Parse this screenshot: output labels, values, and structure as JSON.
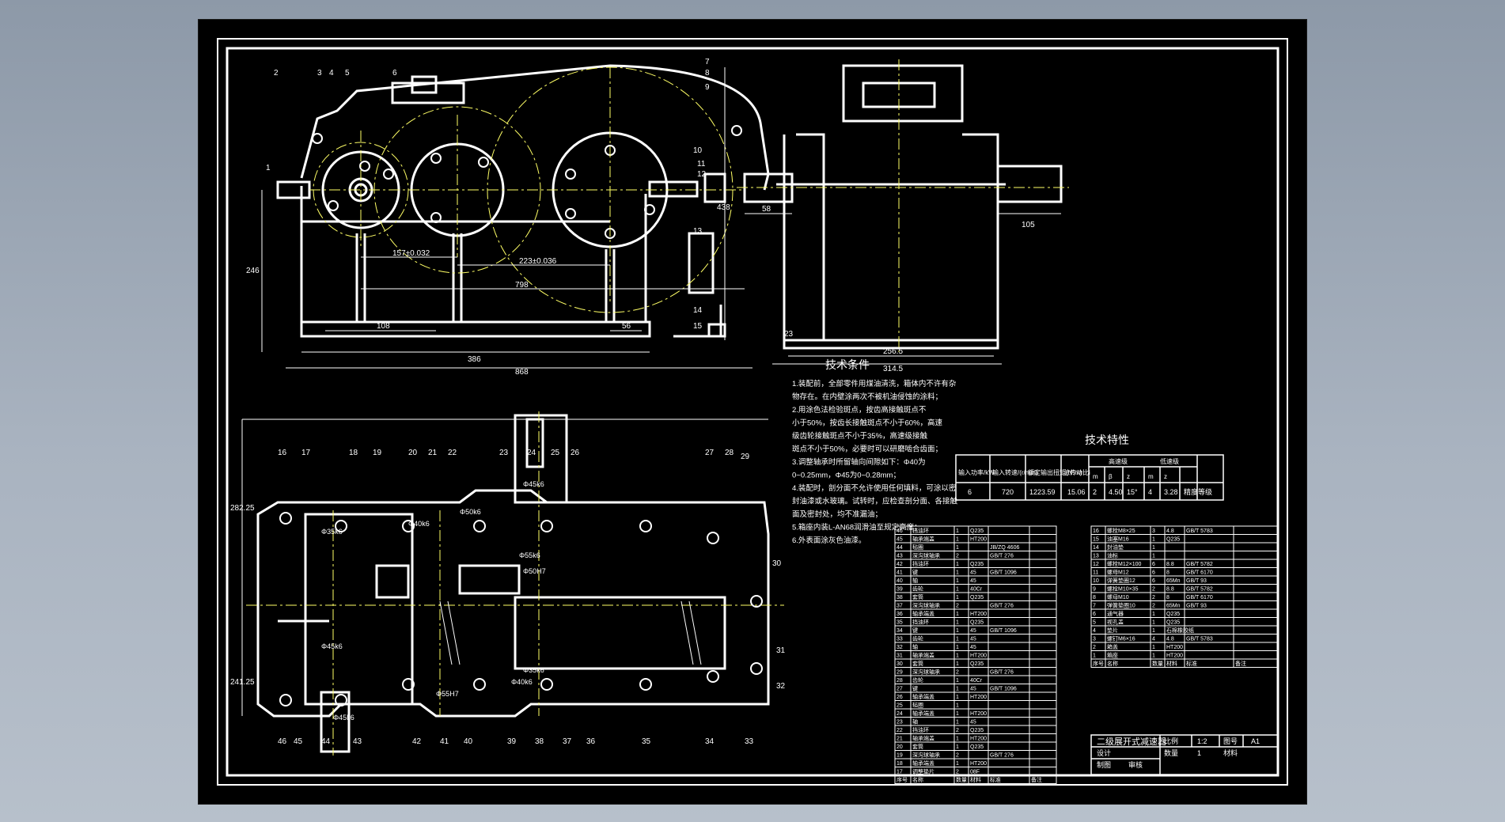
{
  "background_color": "#9aa5b3",
  "line_colors": {
    "outline": "#ffffff",
    "center_line": "#ffff66",
    "dimension": "#ffffff"
  },
  "tech_requirements": {
    "title": "技术条件",
    "items": [
      "1.装配前，全部零件用煤油清洗，箱体内不许有杂",
      "物存在。在内壁涂两次不被机油侵蚀的涂料；",
      "2.用涂色法检验斑点，按齿高接触斑点不",
      "小于50%，按齿长接触斑点不小于60%，高速",
      "级齿轮接触斑点不小于35%，高速级接触",
      "斑点不小于50%，必要时可以研磨啮合齿面；",
      "3.调整轴承时所留轴向间隙如下：Φ40为",
      "0~0.25mm，Φ45为0~0.28mm；",
      "4.装配时，剖分面不允许使用任何填料，可涂以密",
      "封油漆或水玻璃。试转时，应检查剖分面、各接触",
      "面及密封处，均不准漏油；",
      "5.箱座内装L-AN68润滑油至规定高度；",
      "6.外表面涂灰色油漆。"
    ]
  },
  "tech_specs": {
    "title": "技术特性",
    "headers": [
      "输入功率/kW",
      "输入转速/(r/min)",
      "额定输出扭矩(N·m)",
      "总传动比i",
      "高速级",
      "低速级"
    ],
    "sub_headers": [
      "m",
      "β",
      "z",
      "m",
      "z"
    ],
    "values": [
      "6",
      "720",
      "1223.59",
      "15.06",
      "2",
      "4.50",
      "15°",
      "4",
      "3.28",
      "精度等级"
    ]
  },
  "dimensions_front": {
    "d1": "157±0.032",
    "d2": "223±0.036",
    "d3": "798",
    "d4": "108",
    "d5": "56",
    "d6": "386",
    "d7": "868",
    "d8": "246"
  },
  "dimensions_side": {
    "h": "438",
    "a": "58",
    "b": "105",
    "c": "256.5",
    "d": "314.5",
    "e": "23"
  },
  "dimensions_top": {
    "t1": "282.25",
    "t2": "241.25"
  },
  "shaft_labels": [
    "Φ35k6",
    "Φ40k6",
    "Φ50k6",
    "Φ45k6",
    "Φ55k6",
    "Φ50H7",
    "Φ45k6",
    "Φ55H7",
    "Φ40k6",
    "Φ35k6",
    "Φ45k6"
  ],
  "part_numbers_front": [
    "1",
    "2",
    "3",
    "4",
    "5",
    "6",
    "7",
    "8",
    "9",
    "10",
    "11",
    "12",
    "13",
    "14",
    "15"
  ],
  "part_numbers_top": [
    "16",
    "17",
    "18",
    "19",
    "20",
    "21",
    "22",
    "23",
    "24",
    "25",
    "26",
    "27",
    "28",
    "29",
    "30",
    "31",
    "32",
    "33",
    "34",
    "35",
    "36",
    "37",
    "38",
    "39",
    "40",
    "41",
    "42",
    "43",
    "44",
    "45",
    "46"
  ],
  "bom_left_rows": [
    [
      "46",
      "挡油环",
      "1",
      "Q235",
      "",
      ""
    ],
    [
      "45",
      "轴承端盖",
      "1",
      "HT200",
      "",
      ""
    ],
    [
      "44",
      "毡圈",
      "1",
      "",
      "JB/ZQ 4606",
      ""
    ],
    [
      "43",
      "深沟球轴承",
      "2",
      "",
      "GB/T 276",
      ""
    ],
    [
      "42",
      "挡油环",
      "1",
      "Q235",
      "",
      ""
    ],
    [
      "41",
      "键",
      "1",
      "45",
      "GB/T 1096",
      ""
    ],
    [
      "40",
      "轴",
      "1",
      "45",
      "",
      ""
    ],
    [
      "39",
      "齿轮",
      "1",
      "40Cr",
      "",
      ""
    ],
    [
      "38",
      "套筒",
      "1",
      "Q235",
      "",
      ""
    ],
    [
      "37",
      "深沟球轴承",
      "2",
      "",
      "GB/T 276",
      ""
    ],
    [
      "36",
      "轴承端盖",
      "1",
      "HT200",
      "",
      ""
    ],
    [
      "35",
      "挡油环",
      "1",
      "Q235",
      "",
      ""
    ],
    [
      "34",
      "键",
      "1",
      "45",
      "GB/T 1096",
      ""
    ],
    [
      "33",
      "齿轮",
      "1",
      "45",
      "",
      ""
    ],
    [
      "32",
      "轴",
      "1",
      "45",
      "",
      ""
    ],
    [
      "31",
      "轴承端盖",
      "1",
      "HT200",
      "",
      ""
    ],
    [
      "30",
      "套筒",
      "1",
      "Q235",
      "",
      ""
    ],
    [
      "29",
      "深沟球轴承",
      "2",
      "",
      "GB/T 276",
      ""
    ],
    [
      "28",
      "齿轮",
      "1",
      "40Cr",
      "",
      ""
    ],
    [
      "27",
      "键",
      "1",
      "45",
      "GB/T 1096",
      ""
    ],
    [
      "26",
      "轴承端盖",
      "1",
      "HT200",
      "",
      ""
    ],
    [
      "25",
      "毡圈",
      "1",
      "",
      "",
      ""
    ],
    [
      "24",
      "轴承端盖",
      "1",
      "HT200",
      "",
      ""
    ],
    [
      "23",
      "轴",
      "1",
      "45",
      "",
      ""
    ],
    [
      "22",
      "挡油环",
      "2",
      "Q235",
      "",
      ""
    ],
    [
      "21",
      "轴承端盖",
      "1",
      "HT200",
      "",
      ""
    ],
    [
      "20",
      "套筒",
      "1",
      "Q235",
      "",
      ""
    ],
    [
      "19",
      "深沟球轴承",
      "2",
      "",
      "GB/T 276",
      ""
    ],
    [
      "18",
      "轴承端盖",
      "1",
      "HT200",
      "",
      ""
    ],
    [
      "17",
      "调整垫片",
      "2",
      "08F",
      "",
      ""
    ]
  ],
  "bom_right_rows": [
    [
      "16",
      "螺栓M8×25",
      "3",
      "4.8",
      "GB/T 5783",
      ""
    ],
    [
      "15",
      "油塞M16",
      "1",
      "Q235",
      "",
      ""
    ],
    [
      "14",
      "封油垫",
      "1",
      "",
      "",
      ""
    ],
    [
      "13",
      "油标",
      "1",
      "",
      "",
      ""
    ],
    [
      "12",
      "螺栓M12×100",
      "6",
      "8.8",
      "GB/T 5782",
      ""
    ],
    [
      "11",
      "螺母M12",
      "6",
      "8",
      "GB/T 6170",
      ""
    ],
    [
      "10",
      "弹簧垫圈12",
      "6",
      "65Mn",
      "GB/T 93",
      ""
    ],
    [
      "9",
      "螺栓M10×35",
      "2",
      "8.8",
      "GB/T 5782",
      ""
    ],
    [
      "8",
      "螺母M10",
      "2",
      "8",
      "GB/T 6170",
      ""
    ],
    [
      "7",
      "弹簧垫圈10",
      "2",
      "65Mn",
      "GB/T 93",
      ""
    ],
    [
      "6",
      "通气器",
      "1",
      "Q235",
      "",
      ""
    ],
    [
      "5",
      "视孔盖",
      "1",
      "Q235",
      "",
      ""
    ],
    [
      "4",
      "垫片",
      "1",
      "石棉橡胶纸",
      "",
      ""
    ],
    [
      "3",
      "螺钉M6×16",
      "4",
      "4.8",
      "GB/T 5783",
      ""
    ],
    [
      "2",
      "箱盖",
      "1",
      "HT200",
      "",
      ""
    ],
    [
      "1",
      "箱座",
      "1",
      "HT200",
      "",
      ""
    ]
  ],
  "bom_footer_left": [
    "序号",
    "名称",
    "数量",
    "材料",
    "标准",
    "备注"
  ],
  "bom_footer_right": [
    "序号",
    "名称",
    "数量",
    "材料",
    "标准",
    "备注"
  ],
  "title_block": {
    "title": "二级展开式减速器",
    "scale_label": "比例",
    "scale_value": "1:2",
    "sheet_label": "图号",
    "sheet_value": "A1",
    "qty_label": "数量",
    "qty_value": "1",
    "material_label": "材料",
    "design": "设计",
    "draw": "制图",
    "check": "审核"
  }
}
